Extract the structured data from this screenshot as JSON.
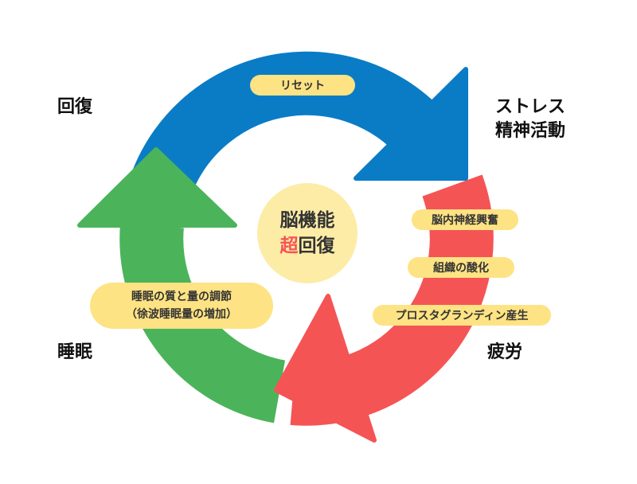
{
  "colors": {
    "blue": "#0a7cc6",
    "red": "#f55455",
    "green": "#4bb45a",
    "pill": "#fde383",
    "center": "#fdeca6",
    "accent": "#f55455"
  },
  "center": {
    "line1": "脳機能",
    "line2_accent": "超",
    "line2_rest": "回復"
  },
  "stages": {
    "recovery": "回復",
    "stress_line1": "ストレス",
    "stress_line2": "精神活動",
    "fatigue": "疲労",
    "sleep": "睡眠"
  },
  "pills": {
    "reset": "リセット",
    "excitement": "脳内神経興奮",
    "oxidation": "組織の酸化",
    "prostaglandin": "プロスタグランディン産生",
    "sleep_line1": "睡眠の質と量の調節",
    "sleep_line2": "（徐波睡眠量の増加）"
  }
}
